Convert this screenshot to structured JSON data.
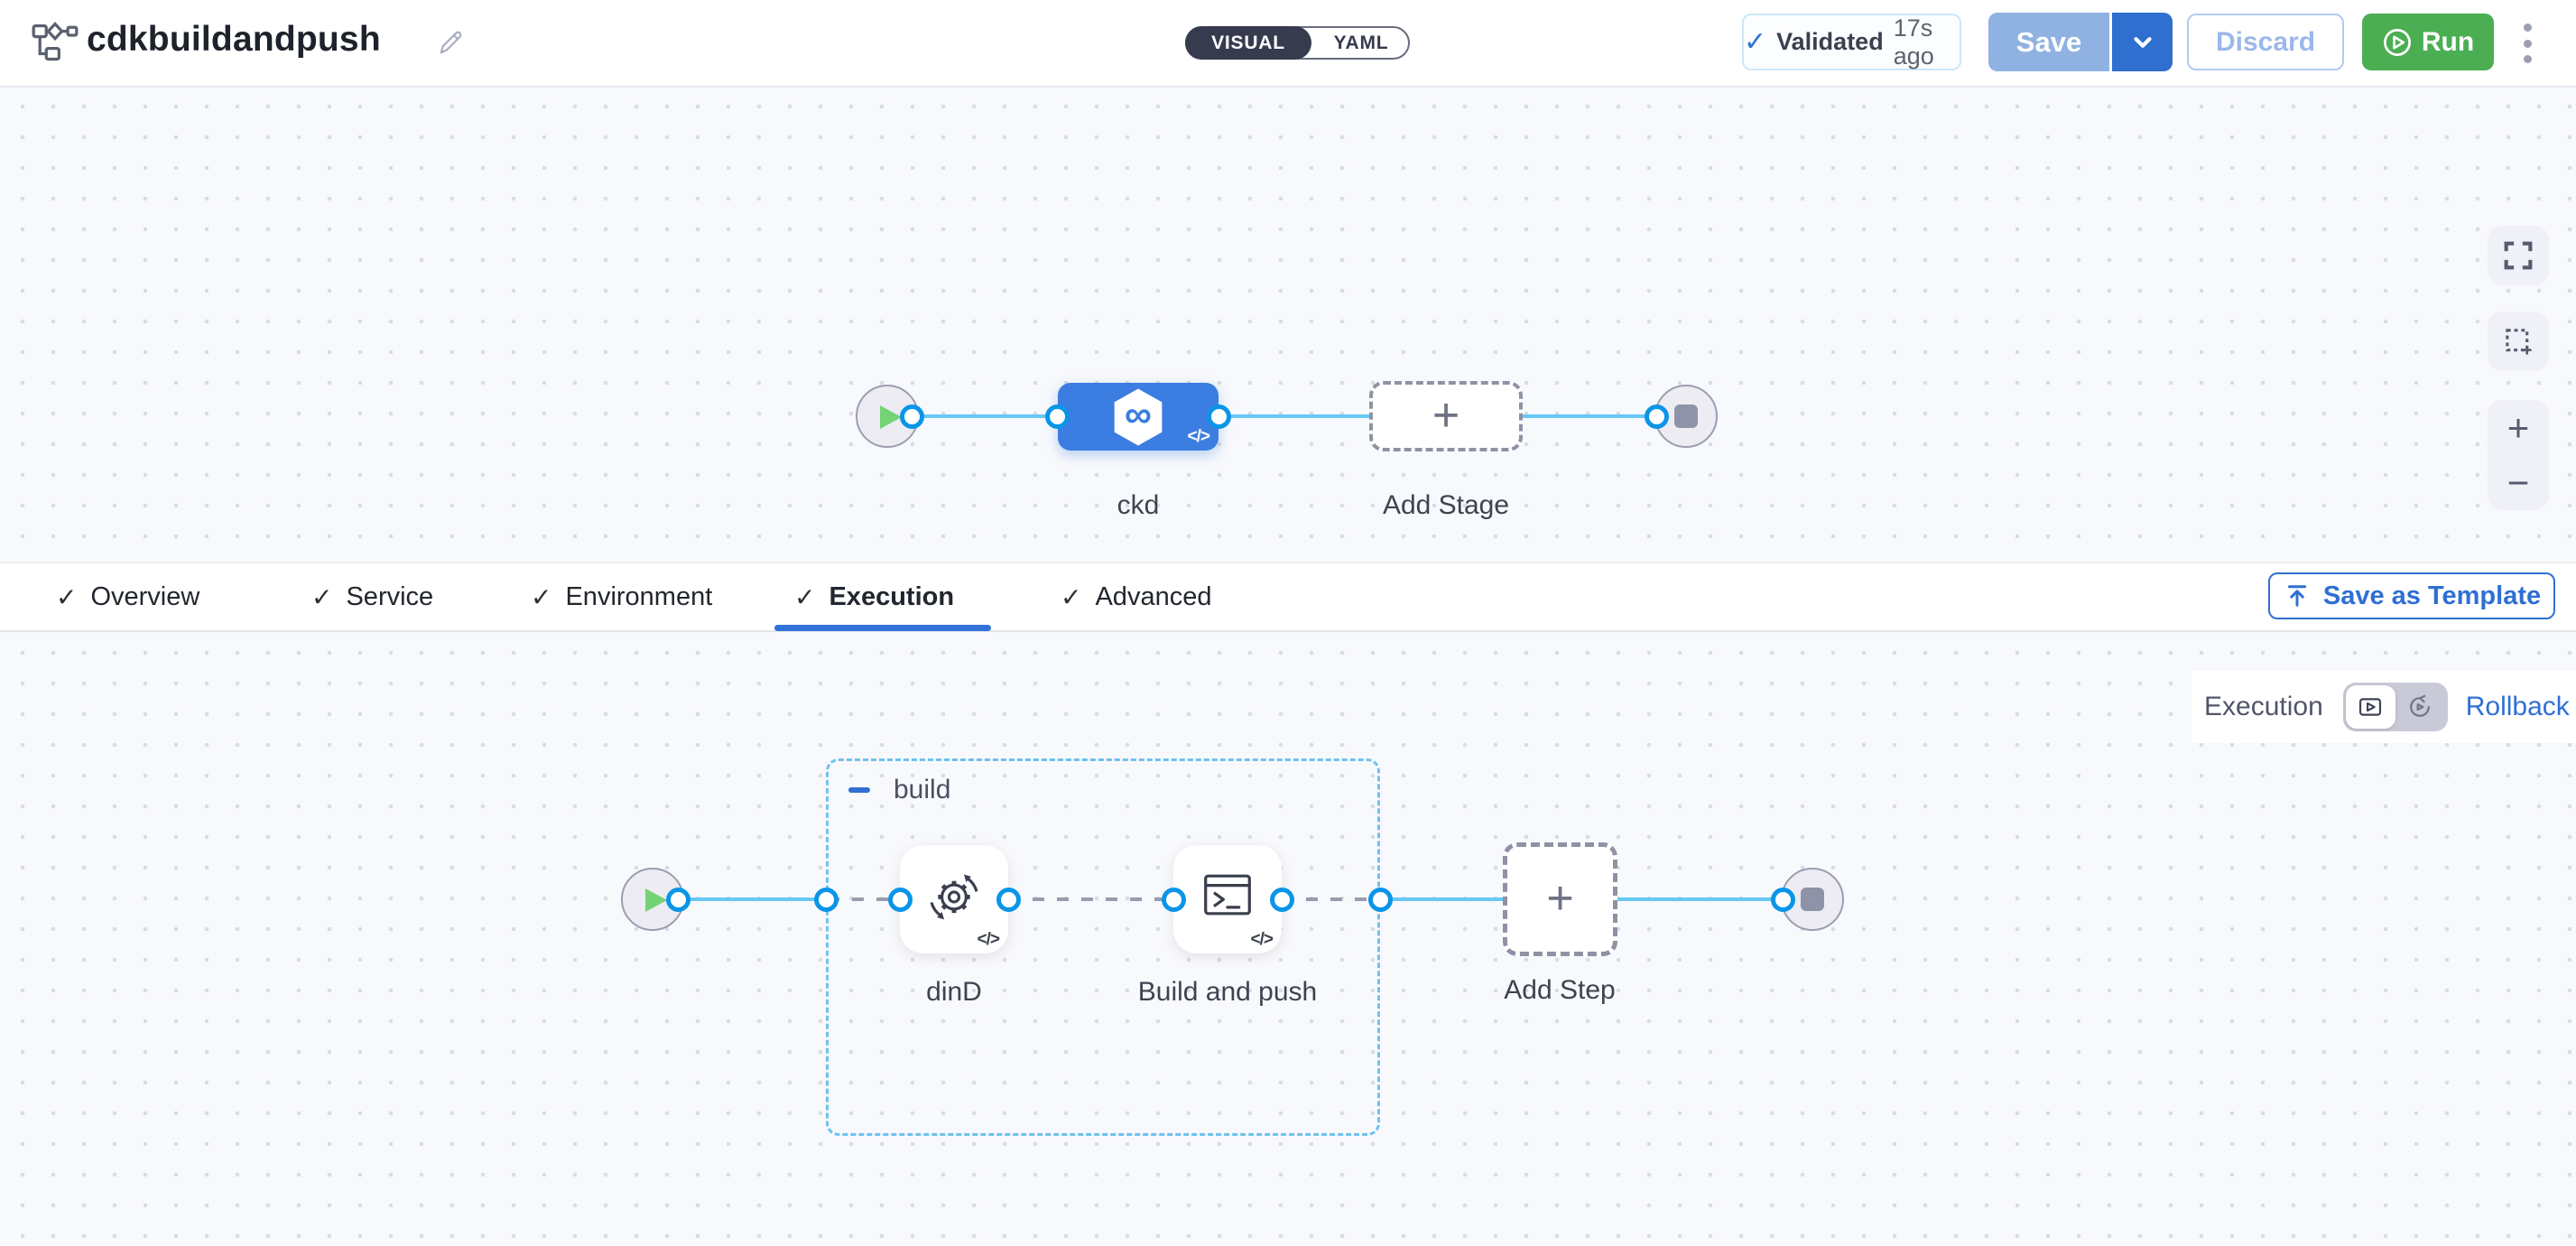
{
  "header": {
    "title": "cdkbuildandpush",
    "mode_toggle": {
      "visual": "VISUAL",
      "yaml": "YAML",
      "selected": "VISUAL"
    },
    "validation": {
      "status": "Validated",
      "time_ago": "17s ago"
    },
    "buttons": {
      "save": "Save",
      "discard": "Discard",
      "run": "Run"
    }
  },
  "stage_pipeline": {
    "stage_name": "ckd",
    "add_stage_label": "Add Stage"
  },
  "tabs": {
    "items": [
      {
        "label": "Overview"
      },
      {
        "label": "Service"
      },
      {
        "label": "Environment"
      },
      {
        "label": "Execution"
      },
      {
        "label": "Advanced"
      }
    ],
    "active": "Execution",
    "save_as_template": "Save as Template"
  },
  "execution_section": {
    "mode_label": "Execution",
    "rollback_label": "Rollback",
    "group": {
      "name": "build"
    },
    "steps": [
      {
        "name": "dinD"
      },
      {
        "name": "Build and push"
      }
    ],
    "add_step_label": "Add Step"
  },
  "icons": {
    "check": "✓",
    "code": "</>",
    "plus": "+",
    "zoom_in": "+",
    "zoom_out": "−",
    "infinity": "∞"
  },
  "colors": {
    "accent_blue": "#2f6fd4",
    "stage_blue": "#3b7de0",
    "connector_blue": "#67c8f4",
    "port_blue": "#0a95e8",
    "run_green": "#4bae53",
    "save_disabled_blue": "#8fb2e2",
    "save_dropdown_blue": "#2e6fd0",
    "canvas_bg": "#f8f9fc",
    "dash_gray": "#979cae"
  }
}
